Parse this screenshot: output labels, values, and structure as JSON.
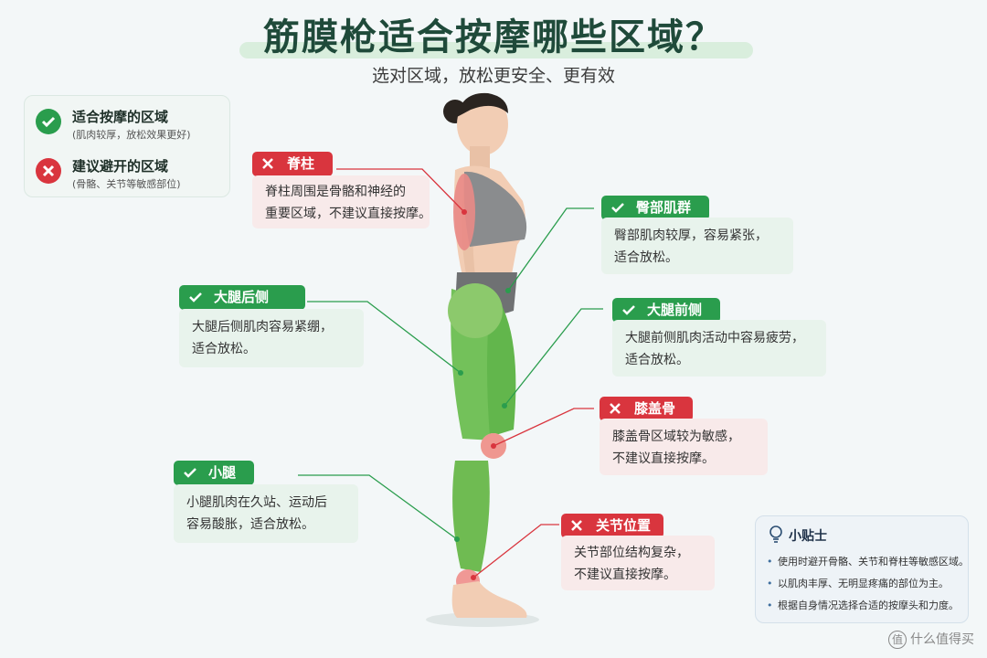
{
  "header": {
    "title": "筋膜枪适合按摩哪些区域？",
    "subtitle": "选对区域，放松更安全、更有效"
  },
  "legend": {
    "suitable": {
      "title": "适合按摩的区域",
      "note": "(肌肉较厚，放松效果更好)"
    },
    "avoid": {
      "title": "建议避开的区域",
      "note": "(骨骼、关节等敏感部位)"
    }
  },
  "regions": {
    "spine": {
      "label": "脊柱",
      "status": "avoid",
      "lines": [
        "脊柱周围是骨骼和神经的",
        "重要区域，不建议直接按摩。"
      ]
    },
    "glutes": {
      "label": "臀部肌群",
      "status": "suitable",
      "lines": [
        "臀部肌肉较厚，容易紧张，",
        "适合放松。"
      ]
    },
    "hamstrings": {
      "label": "大腿后侧",
      "status": "suitable",
      "lines": [
        "大腿后侧肌肉容易紧绷，",
        "适合放松。"
      ]
    },
    "quads": {
      "label": "大腿前侧",
      "status": "suitable",
      "lines": [
        "大腿前侧肌肉活动中容易疲劳，",
        "适合放松。"
      ]
    },
    "kneecap": {
      "label": "膝盖骨",
      "status": "avoid",
      "lines": [
        "膝盖骨区域较为敏感，",
        "不建议直接按摩。"
      ]
    },
    "calf": {
      "label": "小腿",
      "status": "suitable",
      "lines": [
        "小腿肌肉在久站、运动后",
        "容易酸胀，适合放松。"
      ]
    },
    "joints": {
      "label": "关节位置",
      "status": "avoid",
      "lines": [
        "关节部位结构复杂，",
        "不建议直接按摩。"
      ]
    }
  },
  "tips": {
    "title": "小贴士",
    "items": [
      "使用时避开骨骼、关节和脊柱等敏感区域。",
      "以肌肉丰厚、无明显疼痛的部位为主。",
      "根据自身情况选择合适的按摩头和力度。"
    ]
  },
  "watermark": {
    "badge": "值",
    "text": "什么值得买"
  },
  "colors": {
    "suitable": "#2a9d4d",
    "avoid": "#d9353e",
    "title": "#1f4a3a",
    "skin": "#f2cdb4",
    "outfit": "#8a8c8e"
  },
  "icons": {
    "suitable": "check-icon",
    "avoid": "cross-icon",
    "tips": "lightbulb-icon"
  }
}
